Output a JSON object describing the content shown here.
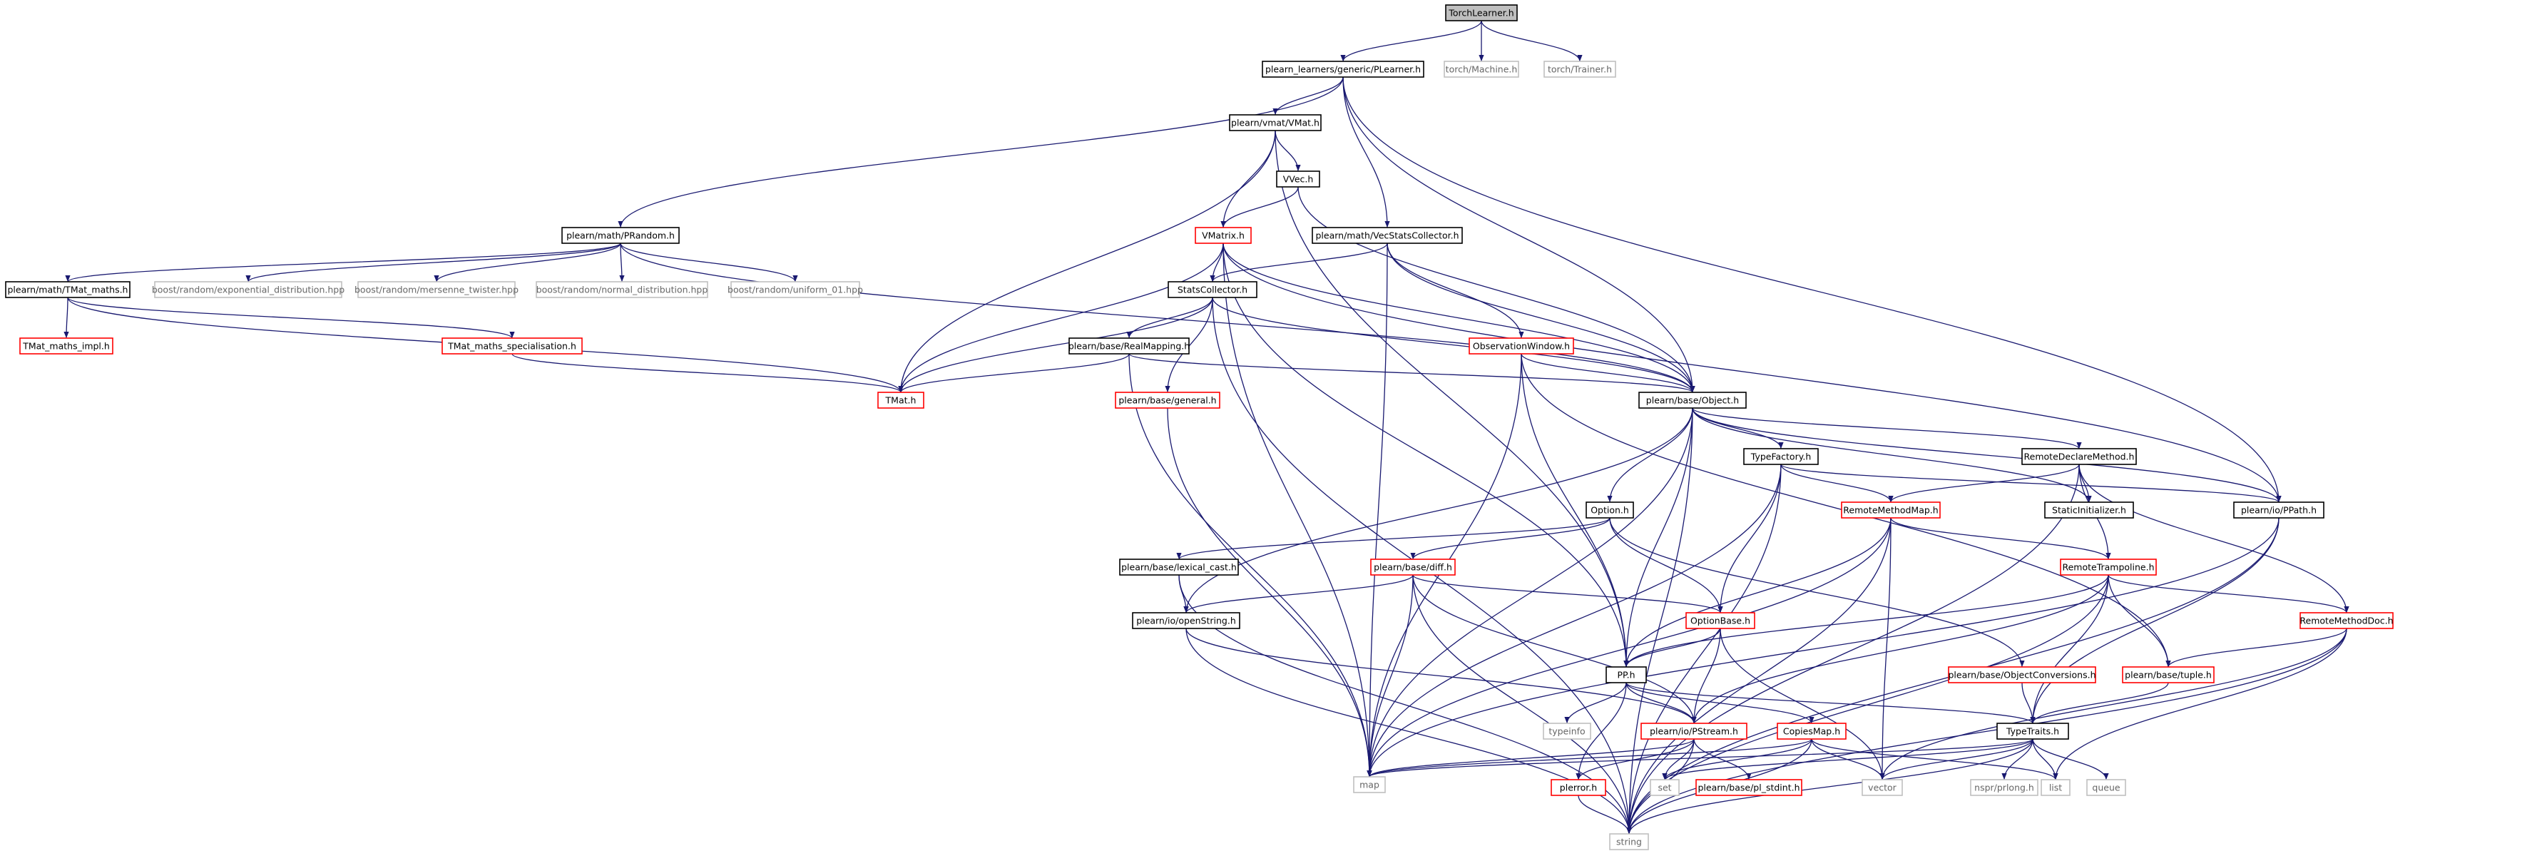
{
  "colors": {
    "edge": "#191970",
    "normal_border": "#000000",
    "root_fill": "#bfbfbf",
    "missing_border": "#ff0000",
    "external_border": "#bfbfbf",
    "fill": "#ffffff"
  },
  "nodes": [
    {
      "id": "torchlearner",
      "label": "TorchLearner.h",
      "kind": "root"
    },
    {
      "id": "plearner",
      "label": "plearn_learners/generic/PLearner.h",
      "kind": "normal"
    },
    {
      "id": "torch_machine",
      "label": "torch/Machine.h",
      "kind": "external"
    },
    {
      "id": "torch_trainer",
      "label": "torch/Trainer.h",
      "kind": "external"
    },
    {
      "id": "vmat",
      "label": "plearn/vmat/VMat.h",
      "kind": "normal"
    },
    {
      "id": "vvec",
      "label": "VVec.h",
      "kind": "normal"
    },
    {
      "id": "prandom",
      "label": "plearn/math/PRandom.h",
      "kind": "normal"
    },
    {
      "id": "vmatrix",
      "label": "VMatrix.h",
      "kind": "missing"
    },
    {
      "id": "vecstatscollector",
      "label": "plearn/math/VecStatsCollector.h",
      "kind": "normal"
    },
    {
      "id": "tmat_maths",
      "label": "plearn/math/TMat_maths.h",
      "kind": "normal"
    },
    {
      "id": "exp_dist",
      "label": "boost/random/exponential_distribution.hpp",
      "kind": "external"
    },
    {
      "id": "mersenne",
      "label": "boost/random/mersenne_twister.hpp",
      "kind": "external"
    },
    {
      "id": "normal_dist",
      "label": "boost/random/normal_distribution.hpp",
      "kind": "external"
    },
    {
      "id": "uniform01",
      "label": "boost/random/uniform_01.hpp",
      "kind": "external"
    },
    {
      "id": "statscollector",
      "label": "StatsCollector.h",
      "kind": "normal"
    },
    {
      "id": "tmat_maths_impl",
      "label": "TMat_maths_impl.h",
      "kind": "missing"
    },
    {
      "id": "tmat_maths_spec",
      "label": "TMat_maths_specialisation.h",
      "kind": "missing"
    },
    {
      "id": "realmapping",
      "label": "plearn/base/RealMapping.h",
      "kind": "normal"
    },
    {
      "id": "observationwindow",
      "label": "ObservationWindow.h",
      "kind": "missing"
    },
    {
      "id": "tmat",
      "label": "TMat.h",
      "kind": "missing"
    },
    {
      "id": "general",
      "label": "plearn/base/general.h",
      "kind": "missing"
    },
    {
      "id": "object",
      "label": "plearn/base/Object.h",
      "kind": "normal"
    },
    {
      "id": "typefactory",
      "label": "TypeFactory.h",
      "kind": "normal"
    },
    {
      "id": "remotedeclaremethod",
      "label": "RemoteDeclareMethod.h",
      "kind": "normal"
    },
    {
      "id": "staticinitializer",
      "label": "StaticInitializer.h",
      "kind": "normal"
    },
    {
      "id": "ppath",
      "label": "plearn/io/PPath.h",
      "kind": "normal"
    },
    {
      "id": "option",
      "label": "Option.h",
      "kind": "normal"
    },
    {
      "id": "remotemethodmap",
      "label": "RemoteMethodMap.h",
      "kind": "missing"
    },
    {
      "id": "lexical_cast",
      "label": "plearn/base/lexical_cast.h",
      "kind": "normal"
    },
    {
      "id": "diff",
      "label": "plearn/base/diff.h",
      "kind": "missing"
    },
    {
      "id": "remotetrampoline",
      "label": "RemoteTrampoline.h",
      "kind": "missing"
    },
    {
      "id": "openstring",
      "label": "plearn/io/openString.h",
      "kind": "normal"
    },
    {
      "id": "optionbase",
      "label": "OptionBase.h",
      "kind": "missing"
    },
    {
      "id": "remotemethoddoc",
      "label": "RemoteMethodDoc.h",
      "kind": "missing"
    },
    {
      "id": "objectconversions",
      "label": "plearn/base/ObjectConversions.h",
      "kind": "missing"
    },
    {
      "id": "tuple",
      "label": "plearn/base/tuple.h",
      "kind": "missing"
    },
    {
      "id": "pp",
      "label": "PP.h",
      "kind": "normal"
    },
    {
      "id": "typetraits",
      "label": "TypeTraits.h",
      "kind": "normal"
    },
    {
      "id": "typeinfo",
      "label": "typeinfo",
      "kind": "external"
    },
    {
      "id": "pstream",
      "label": "plearn/io/PStream.h",
      "kind": "missing"
    },
    {
      "id": "copiesmap",
      "label": "CopiesMap.h",
      "kind": "missing"
    },
    {
      "id": "map",
      "label": "map",
      "kind": "external"
    },
    {
      "id": "pl_stdint",
      "label": "plearn/base/pl_stdint.h",
      "kind": "missing"
    },
    {
      "id": "perror",
      "label": "plerror.h",
      "kind": "missing"
    },
    {
      "id": "set",
      "label": "set",
      "kind": "external"
    },
    {
      "id": "vector",
      "label": "vector",
      "kind": "external"
    },
    {
      "id": "nsprlong",
      "label": "nspr/prlong.h",
      "kind": "external"
    },
    {
      "id": "list",
      "label": "list",
      "kind": "external"
    },
    {
      "id": "queue",
      "label": "queue",
      "kind": "external"
    },
    {
      "id": "string",
      "label": "string",
      "kind": "external"
    }
  ],
  "edges": [
    [
      "torchlearner",
      "plearner"
    ],
    [
      "torchlearner",
      "torch_machine"
    ],
    [
      "torchlearner",
      "torch_trainer"
    ],
    [
      "plearner",
      "vmat"
    ],
    [
      "plearner",
      "prandom"
    ],
    [
      "plearner",
      "vecstatscollector"
    ],
    [
      "plearner",
      "object"
    ],
    [
      "plearner",
      "ppath"
    ],
    [
      "vmat",
      "vvec"
    ],
    [
      "vmat",
      "vmatrix"
    ],
    [
      "vmat",
      "tmat"
    ],
    [
      "vmat",
      "pp"
    ],
    [
      "vvec",
      "vmatrix"
    ],
    [
      "vvec",
      "object"
    ],
    [
      "prandom",
      "tmat_maths"
    ],
    [
      "prandom",
      "exp_dist"
    ],
    [
      "prandom",
      "mersenne"
    ],
    [
      "prandom",
      "normal_dist"
    ],
    [
      "prandom",
      "uniform01"
    ],
    [
      "prandom",
      "object"
    ],
    [
      "vmatrix",
      "statscollector"
    ],
    [
      "vmatrix",
      "tmat"
    ],
    [
      "vmatrix",
      "object"
    ],
    [
      "vmatrix",
      "ppath"
    ],
    [
      "vmatrix",
      "map"
    ],
    [
      "vmatrix",
      "pp"
    ],
    [
      "vecstatscollector",
      "statscollector"
    ],
    [
      "vecstatscollector",
      "object"
    ],
    [
      "vecstatscollector",
      "observationwindow"
    ],
    [
      "vecstatscollector",
      "map"
    ],
    [
      "tmat_maths",
      "tmat_maths_impl"
    ],
    [
      "tmat_maths",
      "tmat_maths_spec"
    ],
    [
      "tmat_maths",
      "tmat"
    ],
    [
      "tmat_maths_spec",
      "tmat"
    ],
    [
      "statscollector",
      "realmapping"
    ],
    [
      "statscollector",
      "general"
    ],
    [
      "statscollector",
      "object"
    ],
    [
      "statscollector",
      "tmat"
    ],
    [
      "statscollector",
      "string"
    ],
    [
      "realmapping",
      "tmat"
    ],
    [
      "realmapping",
      "object"
    ],
    [
      "realmapping",
      "map"
    ],
    [
      "general",
      "map"
    ],
    [
      "observationwindow",
      "object"
    ],
    [
      "observationwindow",
      "pp"
    ],
    [
      "observationwindow",
      "map"
    ],
    [
      "observationwindow",
      "tuple"
    ],
    [
      "object",
      "typefactory"
    ],
    [
      "object",
      "remotedeclaremethod"
    ],
    [
      "object",
      "staticinitializer"
    ],
    [
      "object",
      "ppath"
    ],
    [
      "object",
      "option"
    ],
    [
      "object",
      "openstring"
    ],
    [
      "object",
      "pp"
    ],
    [
      "object",
      "map"
    ],
    [
      "object",
      "string"
    ],
    [
      "typefactory",
      "remotemethodmap"
    ],
    [
      "typefactory",
      "optionbase"
    ],
    [
      "typefactory",
      "ppath"
    ],
    [
      "typefactory",
      "map"
    ],
    [
      "typefactory",
      "string"
    ],
    [
      "remotedeclaremethod",
      "remotemethodmap"
    ],
    [
      "remotedeclaremethod",
      "staticinitializer"
    ],
    [
      "remotedeclaremethod",
      "remotetrampoline"
    ],
    [
      "remotedeclaremethod",
      "remotemethoddoc"
    ],
    [
      "remotedeclaremethod",
      "string"
    ],
    [
      "ppath",
      "typetraits"
    ],
    [
      "ppath",
      "string"
    ],
    [
      "ppath",
      "map"
    ],
    [
      "option",
      "lexical_cast"
    ],
    [
      "option",
      "diff"
    ],
    [
      "option",
      "optionbase"
    ],
    [
      "option",
      "objectconversions"
    ],
    [
      "remotemethodmap",
      "remotetrampoline"
    ],
    [
      "remotemethodmap",
      "pp"
    ],
    [
      "remotemethodmap",
      "map"
    ],
    [
      "remotemethodmap",
      "vector"
    ],
    [
      "remotemethodmap",
      "string"
    ],
    [
      "lexical_cast",
      "openstring"
    ],
    [
      "lexical_cast",
      "string"
    ],
    [
      "diff",
      "openstring"
    ],
    [
      "diff",
      "optionbase"
    ],
    [
      "diff",
      "pstream"
    ],
    [
      "diff",
      "map"
    ],
    [
      "diff",
      "string"
    ],
    [
      "remotetrampoline",
      "remotemethoddoc"
    ],
    [
      "remotetrampoline",
      "tuple"
    ],
    [
      "remotetrampoline",
      "pp"
    ],
    [
      "remotetrampoline",
      "pstream"
    ],
    [
      "remotetrampoline",
      "typetraits"
    ],
    [
      "remotetrampoline",
      "string"
    ],
    [
      "openstring",
      "pstream"
    ],
    [
      "openstring",
      "string"
    ],
    [
      "optionbase",
      "pp"
    ],
    [
      "optionbase",
      "pstream"
    ],
    [
      "optionbase",
      "vector"
    ],
    [
      "remotemethoddoc",
      "tuple"
    ],
    [
      "remotemethoddoc",
      "vector"
    ],
    [
      "remotemethoddoc",
      "list"
    ],
    [
      "remotemethoddoc",
      "string"
    ],
    [
      "objectconversions",
      "typetraits"
    ],
    [
      "tuple",
      "typetraits"
    ],
    [
      "pp",
      "typeinfo"
    ],
    [
      "pp",
      "pstream"
    ],
    [
      "pp",
      "copiesmap"
    ],
    [
      "pp",
      "typetraits"
    ],
    [
      "pp",
      "perror"
    ],
    [
      "pstream",
      "map"
    ],
    [
      "pstream",
      "set"
    ],
    [
      "pstream",
      "pl_stdint"
    ],
    [
      "pstream",
      "perror"
    ],
    [
      "pstream",
      "string"
    ],
    [
      "copiesmap",
      "map"
    ],
    [
      "copiesmap",
      "set"
    ],
    [
      "copiesmap",
      "vector"
    ],
    [
      "copiesmap",
      "list"
    ],
    [
      "copiesmap",
      "string"
    ],
    [
      "typetraits",
      "map"
    ],
    [
      "typetraits",
      "set"
    ],
    [
      "typetraits",
      "vector"
    ],
    [
      "typetraits",
      "nsprlong"
    ],
    [
      "typetraits",
      "list"
    ],
    [
      "typetraits",
      "queue"
    ],
    [
      "typetraits",
      "string"
    ],
    [
      "perror",
      "string"
    ]
  ]
}
